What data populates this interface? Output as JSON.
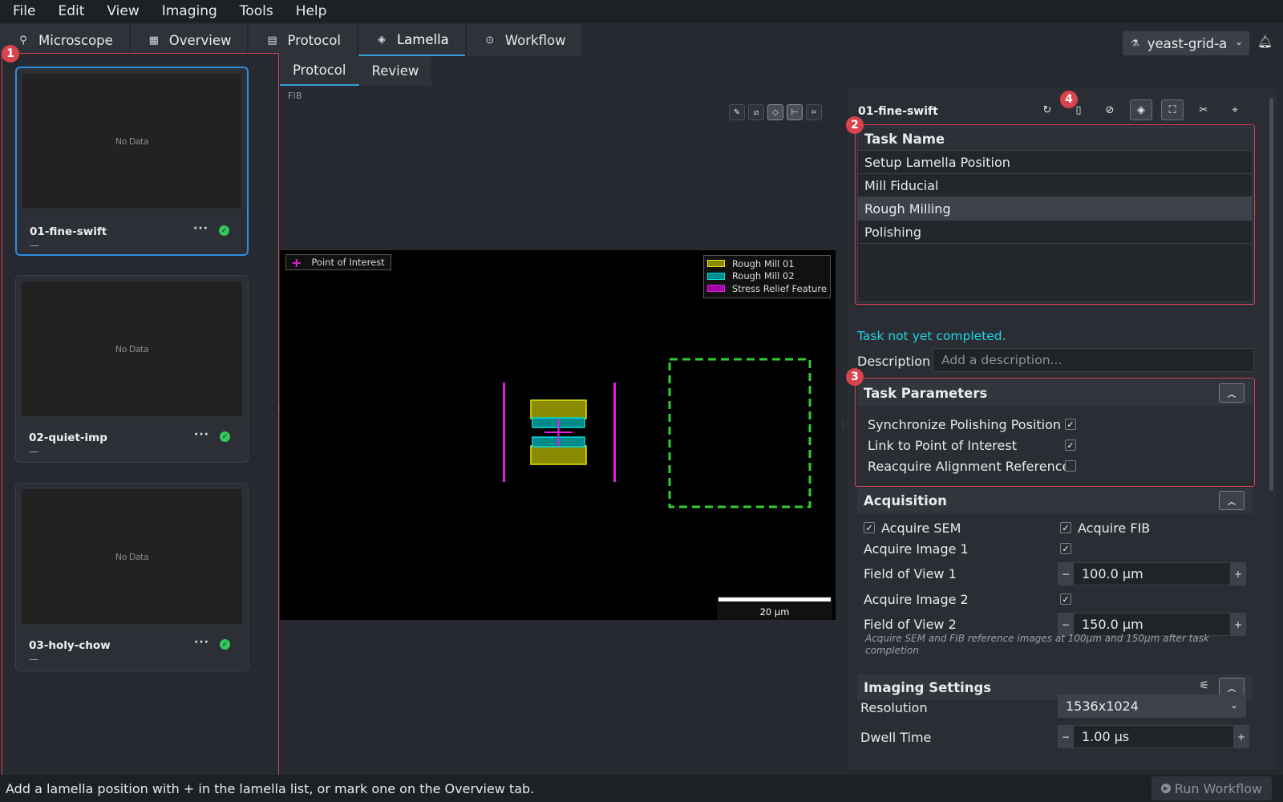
{
  "menu": [
    "File",
    "Edit",
    "View",
    "Imaging",
    "Tools",
    "Help"
  ],
  "tabs": [
    {
      "label": "Microscope",
      "icon": "microscope-icon",
      "glyph": "🔬"
    },
    {
      "label": "Overview",
      "icon": "map-icon",
      "glyph": "▦"
    },
    {
      "label": "Protocol",
      "icon": "document-icon",
      "glyph": "▤"
    },
    {
      "label": "Lamella",
      "icon": "layers-icon",
      "glyph": "◈"
    },
    {
      "label": "Workflow",
      "icon": "play-circle-icon",
      "glyph": "⊙"
    }
  ],
  "active_tab": "Lamella",
  "project": {
    "name": "yeast-grid-a",
    "icon": "flask-icon"
  },
  "markers": [
    "1",
    "2",
    "3",
    "4"
  ],
  "lamellae": [
    {
      "name": "01-fine-swift",
      "thumb": "No Data",
      "menu": "···",
      "status": "✓",
      "sub": "—",
      "selected": true
    },
    {
      "name": "02-quiet-imp",
      "thumb": "No Data",
      "menu": "···",
      "status": "✓",
      "sub": "—",
      "selected": false
    },
    {
      "name": "03-holy-chow",
      "thumb": "No Data",
      "menu": "···",
      "status": "✓",
      "sub": "—",
      "selected": false
    }
  ],
  "subtabs": [
    "Protocol",
    "Review"
  ],
  "viewer": {
    "label": "FIB",
    "poi_label": "Point of Interest",
    "legend": [
      {
        "label": "Rough Mill 01",
        "color": "#c8c800"
      },
      {
        "label": "Rough Mill 02",
        "color": "#00c8c8"
      },
      {
        "label": "Stress Relief Feature",
        "color": "#e020e0"
      }
    ],
    "scalebar": "20 µm",
    "tools": [
      "pencil-icon",
      "edit-box-icon",
      "diamond-icon",
      "ruler-icon",
      "crop-icon"
    ]
  },
  "right": {
    "title": "01-fine-swift",
    "toolbar": [
      "refresh-icon",
      "file-icon",
      "eye-off-icon",
      "layers-icon",
      "fullscreen-icon",
      "scissors-icon",
      "crosshair-icon"
    ],
    "task_header": "Task Name",
    "tasks": [
      "Setup Lamella Position",
      "Mill Fiducial",
      "Rough Milling",
      "Polishing"
    ],
    "selected_task": "Rough Milling",
    "status": "Task not yet completed.",
    "description_label": "Description",
    "description_placeholder": "Add a description...",
    "task_params_title": "Task Parameters",
    "task_params": [
      {
        "label": "Synchronize Polishing Position",
        "checked": true
      },
      {
        "label": "Link to Point of Interest",
        "checked": true
      },
      {
        "label": "Reacquire Alignment Reference",
        "checked": false
      }
    ],
    "acquisition_title": "Acquisition",
    "acq": {
      "sem_label": "Acquire SEM",
      "sem": true,
      "fib_label": "Acquire FIB",
      "fib": true,
      "img1_label": "Acquire Image 1",
      "img1": true,
      "fov1_label": "Field of View 1",
      "fov1": "100.0  µm",
      "img2_label": "Acquire Image 2",
      "img2": true,
      "fov2_label": "Field of View 2",
      "fov2": "150.0  µm",
      "hint": "Acquire SEM and FIB reference images at 100µm and 150µm after task completion"
    },
    "imaging_title": "Imaging Settings",
    "resolution_label": "Resolution",
    "resolution": "1536x1024",
    "dwell_label": "Dwell Time",
    "dwell": "1.00 µs"
  },
  "statusbar": {
    "message": "Add a lamella position with + in the lamella list, or mark one on the Overview tab.",
    "run_label": "Run Workflow"
  }
}
